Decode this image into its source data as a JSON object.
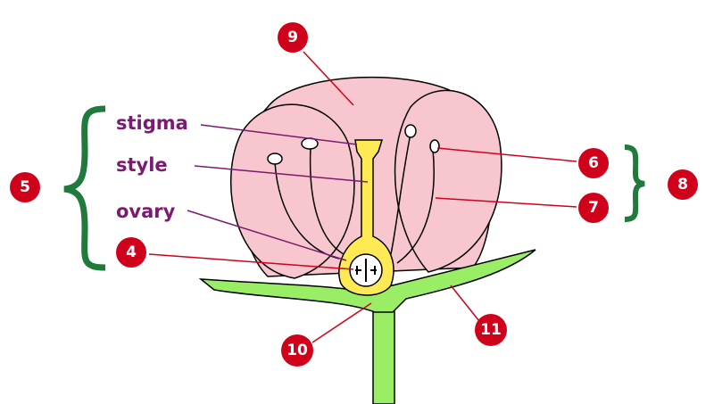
{
  "labels": {
    "stigma": "stigma",
    "style": "style",
    "ovary": "ovary"
  },
  "markers": {
    "m4": "4",
    "m5": "5",
    "m6": "6",
    "m7": "7",
    "m8": "8",
    "m9": "9",
    "m10": "10",
    "m11": "11"
  },
  "colors": {
    "petal": "#f8c6cf",
    "sepal": "#99ee66",
    "pistil": "#ffea55",
    "label_text": "#7b1a70",
    "marker": "#d0021b",
    "brace": "#1f7a3c"
  }
}
